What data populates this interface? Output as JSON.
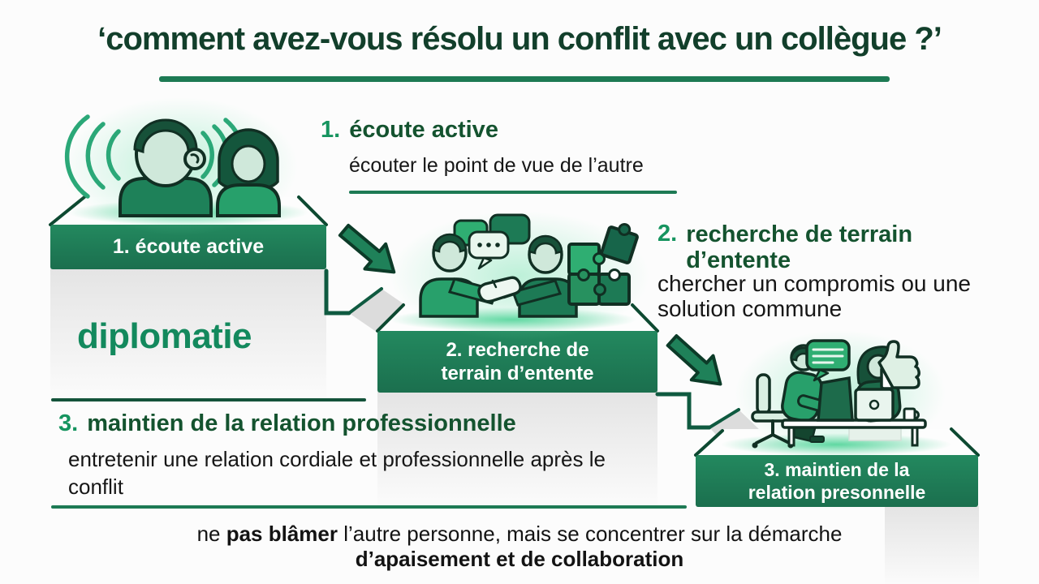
{
  "title": {
    "text": "‘comment avez-vous résolu un conflit avec un collègue ?’"
  },
  "keyword": "diplomatie",
  "steps": [
    {
      "number": "1.",
      "heading": "écoute active",
      "description": "écouter le point de vue de l’autre",
      "platform_label": "1. écoute active"
    },
    {
      "number": "2.",
      "heading": "recherche de terrain d’entente",
      "description": "chercher un compromis ou une solution commune",
      "platform_label_line1": "2. recherche de",
      "platform_label_line2": "terrain d’entente"
    },
    {
      "number": "3.",
      "heading": "maintien de la relation professionnelle",
      "description": "entretenir une relation cordiale et professionnelle après le conflit",
      "platform_label_line1": "3. maintien de la",
      "platform_label_line2": "relation presonnelle"
    }
  ],
  "footer": {
    "part1": "ne ",
    "part2": "pas blâmer",
    "part3": " l’autre personne, mais se concentrer sur la démarche",
    "part4": "d’apaisement et de collaboration"
  },
  "icons": [
    "sound-waves-icon",
    "speech-bubble-icon",
    "puzzle-icon",
    "thumbs-up-icon",
    "arrow-down-right-icon"
  ],
  "colors": {
    "title_green": "#123f2b",
    "heading_green": "#14532f",
    "accent_green": "#16945f",
    "keyword_green": "#13895d",
    "bar_green": "#1e7d58",
    "rule_green": "#1d7a54",
    "arrow_green": "#1f8159",
    "outline_dark": "#112f23",
    "text_black": "#161616",
    "pedestal_gray": "#e6e6e6",
    "mint": "#cfe8da"
  }
}
